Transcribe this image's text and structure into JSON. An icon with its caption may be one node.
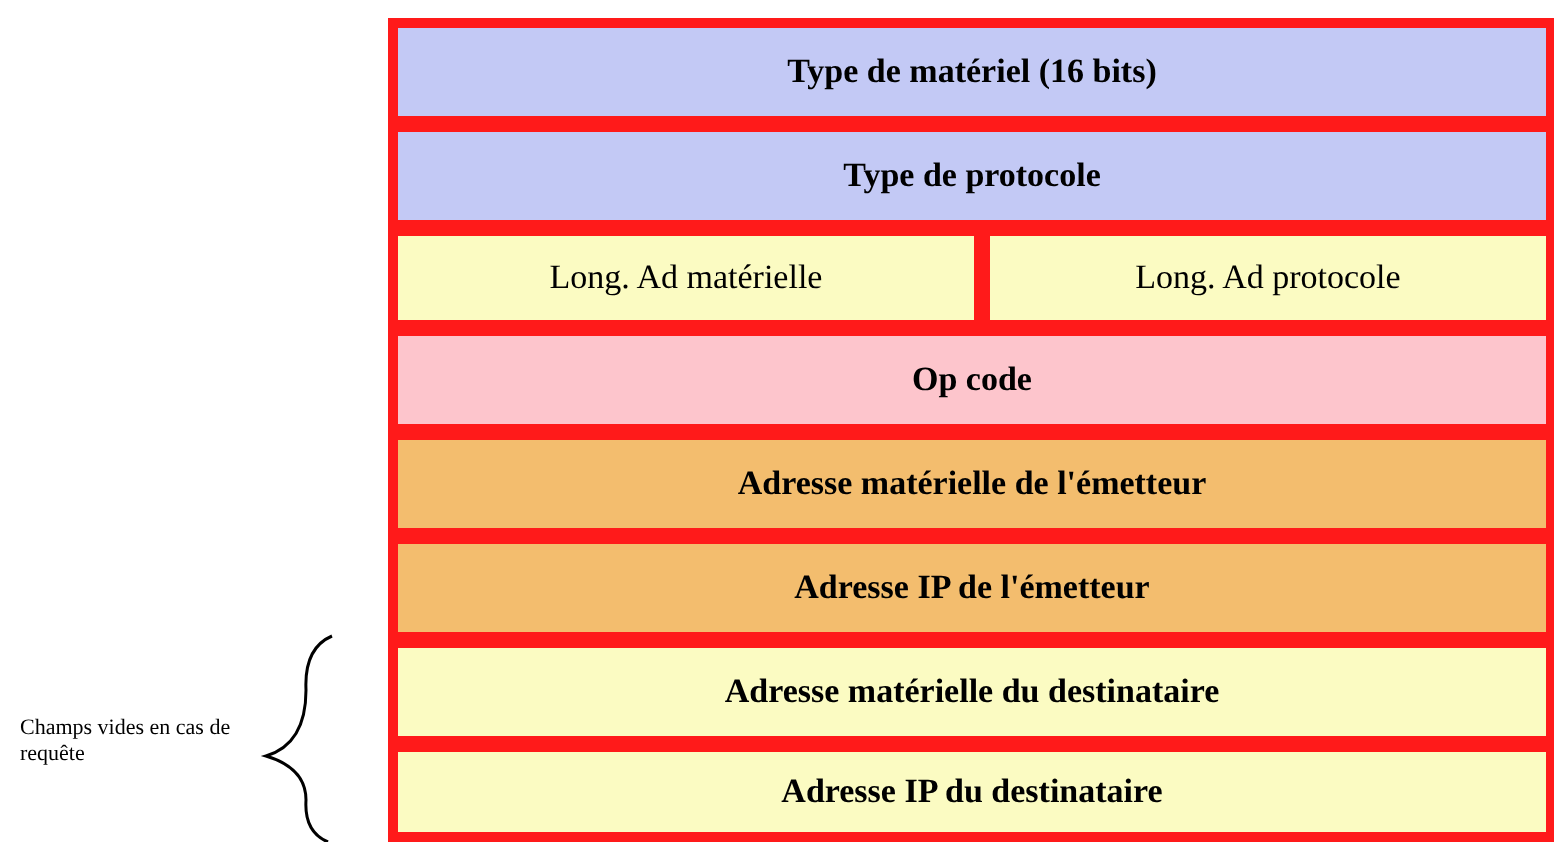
{
  "diagram": {
    "nodes": [
      {
        "text": [
          "Type de matériel  (16 bits)"
        ]
      },
      {
        "text": [
          "Type de protocole"
        ]
      },
      {
        "text": [
          "Long. Ad matérielle"
        ]
      },
      {
        "text": [
          "Long. Ad protocole"
        ]
      },
      {
        "text": [
          "Op code"
        ]
      },
      {
        "text": [
          "Adresse matérielle de l'émetteur"
        ]
      },
      {
        "text": [
          "Adresse IP de l'émetteur"
        ]
      },
      {
        "text": [
          "Adresse matérielle du destinataire"
        ]
      },
      {
        "text": [
          "Adresse IP du destinataire"
        ]
      }
    ],
    "labels": [
      "Champs vides en cas de requête"
    ]
  }
}
